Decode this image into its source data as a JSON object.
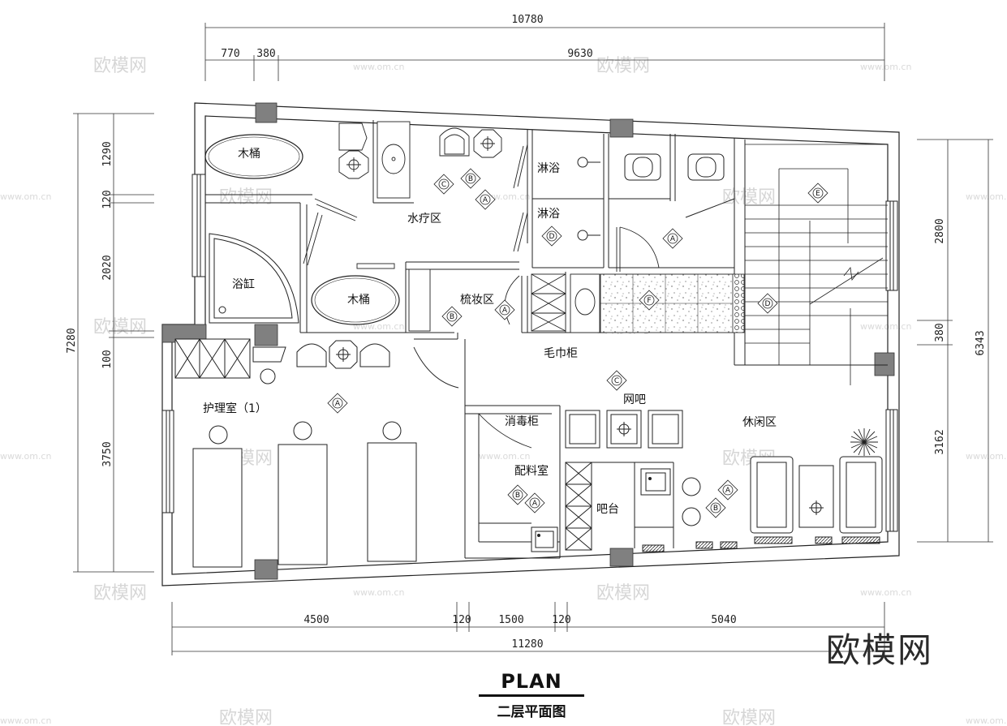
{
  "drawing": {
    "title": "PLAN",
    "subtitle": "二层平面图",
    "logo": "欧模网"
  },
  "dimensions": {
    "top_total": "10780",
    "top_seg1": "770",
    "top_seg2": "380",
    "top_seg3": "9630",
    "bottom_seg1": "4500",
    "bottom_seg2": "120",
    "bottom_seg3": "1500",
    "bottom_seg4": "120",
    "bottom_seg5": "5040",
    "bottom_total": "11280",
    "left_total": "7280",
    "left_seg1": "1290",
    "left_seg2": "120",
    "left_seg3": "2020",
    "left_seg4": "100",
    "left_seg5": "3750",
    "right_total": "6343",
    "right_seg1": "2800",
    "right_seg2": "380",
    "right_seg3": "3162"
  },
  "rooms": {
    "tub_top": "木桶",
    "tub_mid": "木桶",
    "bathtub": "浴缸",
    "spa": "水疗区",
    "shower1": "淋浴",
    "shower2": "淋浴",
    "makeup": "梳妆区",
    "towel": "毛巾柜",
    "care": "护理室（1）",
    "disinfect": "消毒柜",
    "prep": "配料室",
    "internet": "网吧",
    "bar": "吧台",
    "lounge": "休闲区"
  },
  "tags": {
    "a": "A",
    "b": "B",
    "c": "C",
    "d": "D",
    "e": "E",
    "f": "F"
  },
  "watermark": {
    "text": "欧模网",
    "url": "www.om.cn"
  }
}
